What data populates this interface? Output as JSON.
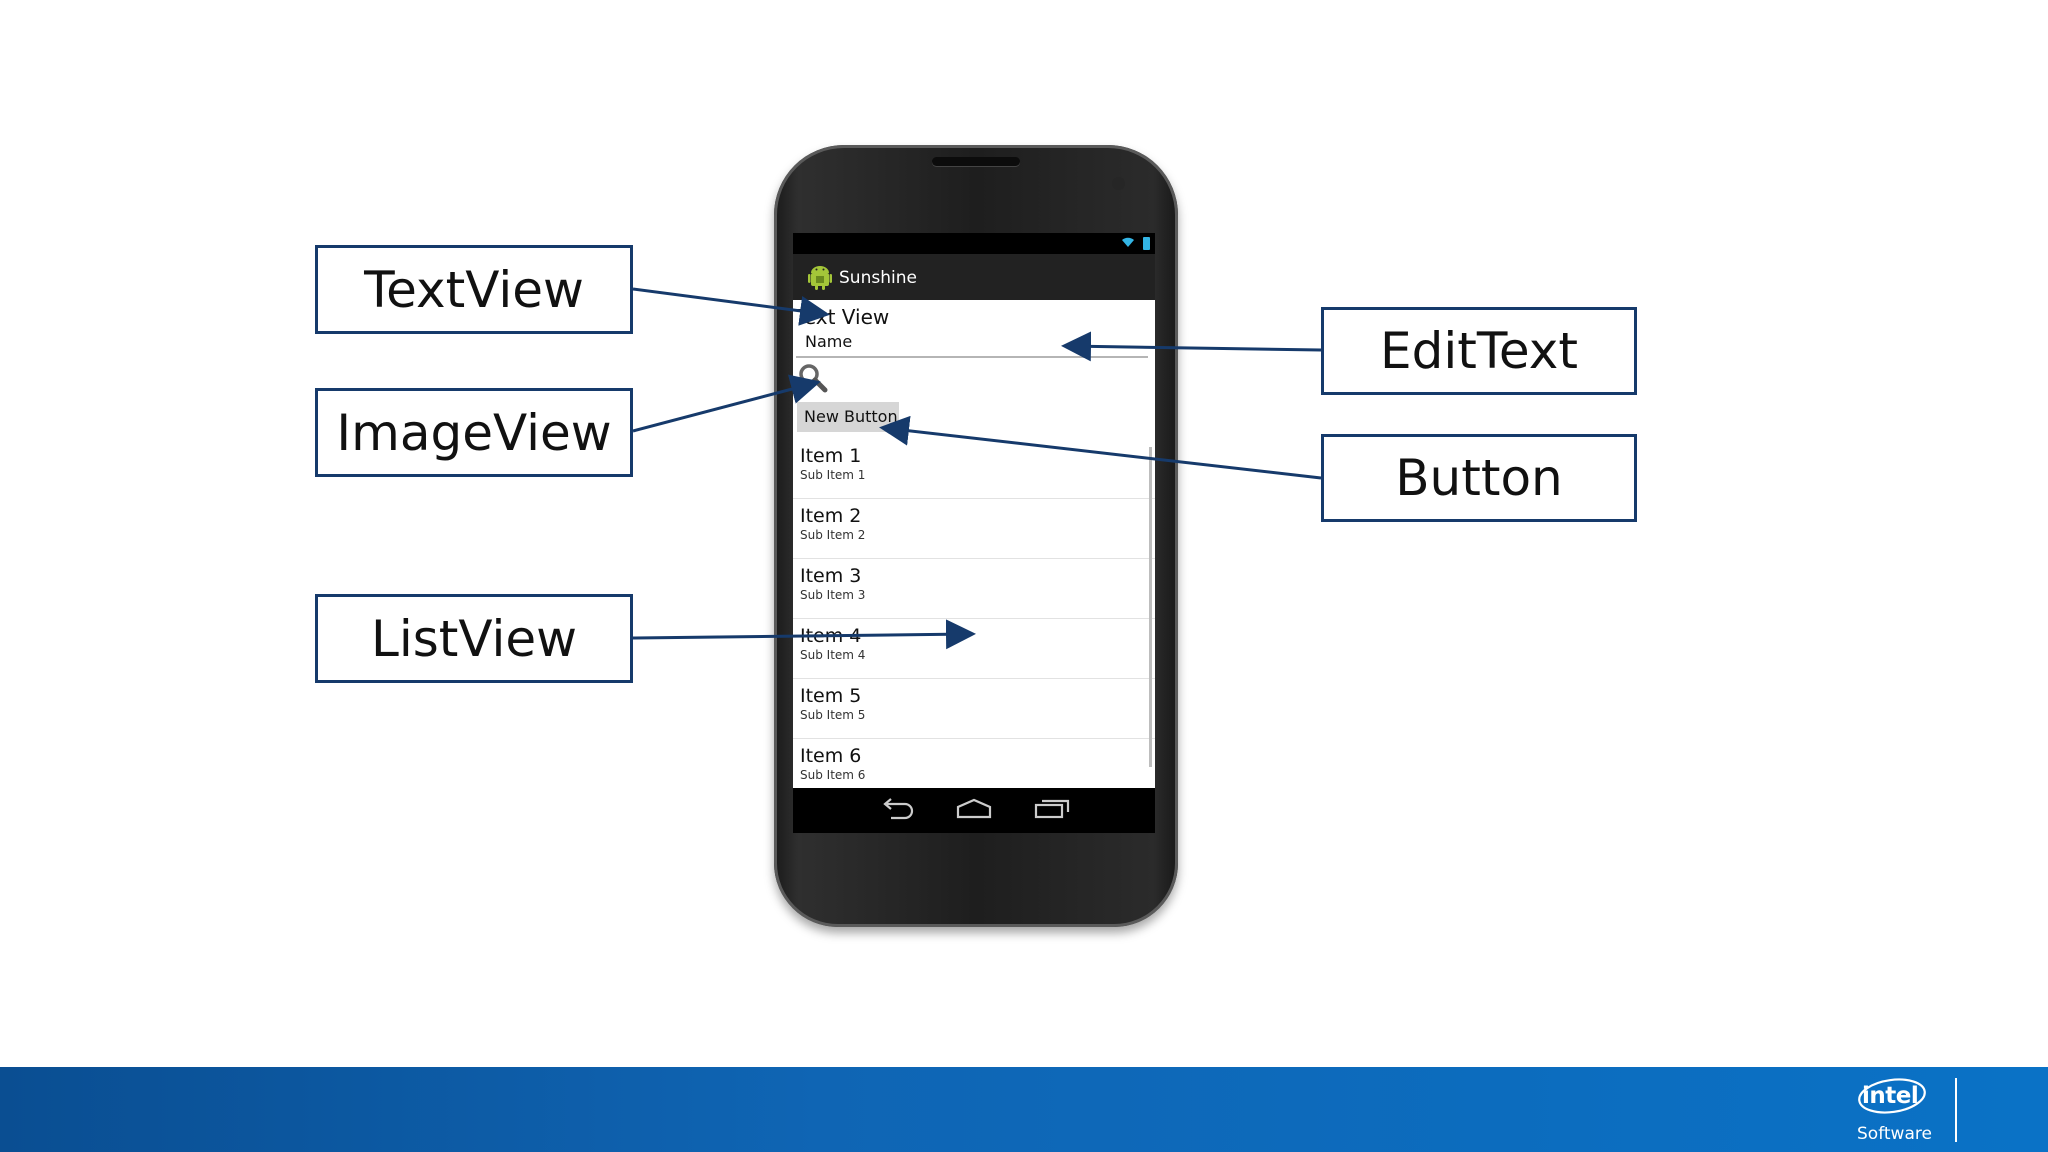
{
  "labels": {
    "textview": "TextView",
    "imageview": "ImageView",
    "listview": "ListView",
    "edittext": "EditText",
    "button": "Button"
  },
  "phone": {
    "app_title": "Sunshine",
    "text_view": "Text View",
    "edit_text_value": "Name",
    "button_label": "New Button",
    "list_items": [
      {
        "title": "Item 1",
        "sub": "Sub Item 1"
      },
      {
        "title": "Item 2",
        "sub": "Sub Item 2"
      },
      {
        "title": "Item 3",
        "sub": "Sub Item 3"
      },
      {
        "title": "Item 4",
        "sub": "Sub Item 4"
      },
      {
        "title": "Item 5",
        "sub": "Sub Item 5"
      },
      {
        "title": "Item 6",
        "sub": "Sub Item 6"
      }
    ]
  },
  "footer": {
    "brand": "intel",
    "brand_sub": "Software"
  },
  "colors": {
    "arrow": "#163a6b",
    "footer_blue": "#0f65b4",
    "action_bar": "#222222"
  }
}
